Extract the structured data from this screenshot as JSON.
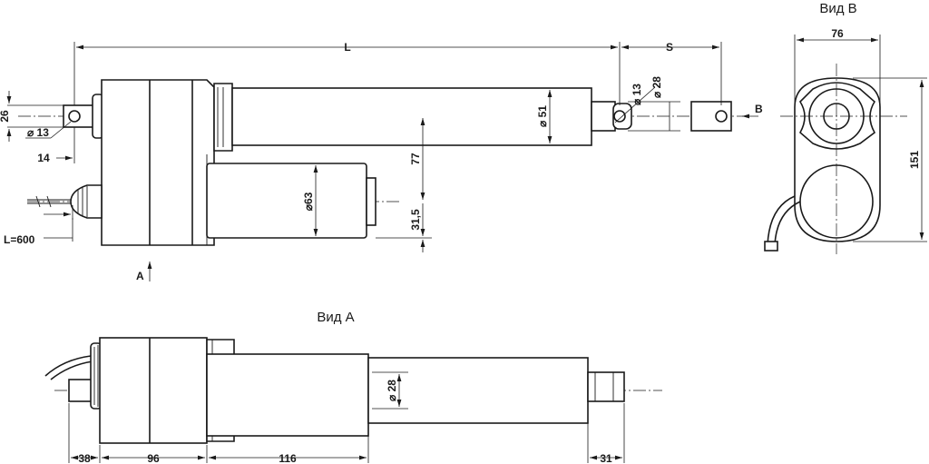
{
  "views": {
    "view_b_title": "Вид B",
    "view_a_title": "Вид A",
    "arrow_a_label": "A",
    "arrow_b_label": "B"
  },
  "dimensions": {
    "overall_length": "L",
    "stroke": "S",
    "rear_eye_height": "26",
    "rear_eye_diameter": "⌀ 13",
    "rear_eye_offset": "14",
    "cable_length": "L=600",
    "front_eye_diameter": "⌀ 13",
    "rod_diameter": "⌀ 28",
    "tube_diameter": "⌀ 51",
    "axis_spacing": "77",
    "motor_diameter": "⌀63",
    "motor_offset": "31,5",
    "end_width": "76",
    "end_height": "151",
    "view_a_rod_diameter": "⌀ 28",
    "view_a_eye": "38",
    "view_a_housing": "96",
    "view_a_motor": "116",
    "view_a_rod_end": "31"
  }
}
